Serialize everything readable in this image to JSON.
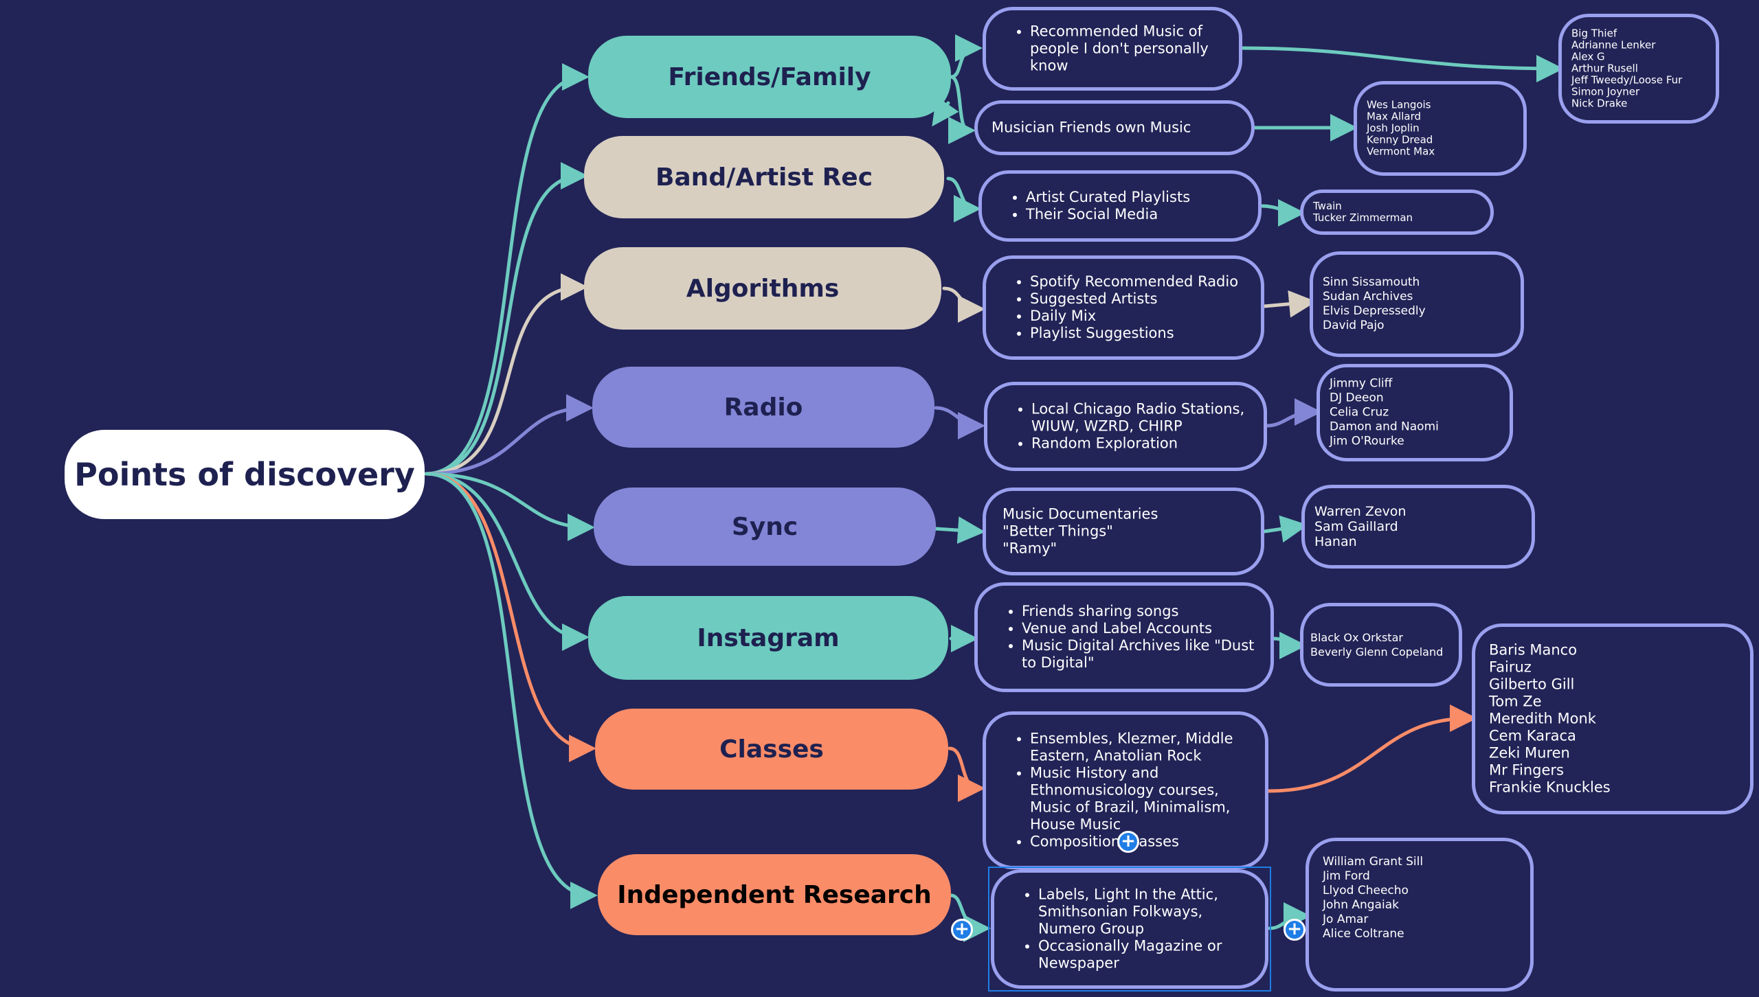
{
  "diagram": {
    "root": {
      "label": "Points of discovery"
    },
    "categories": [
      {
        "id": "friends",
        "label": "Friends/Family"
      },
      {
        "id": "band",
        "label": "Band/Artist Rec"
      },
      {
        "id": "algo",
        "label": "Algorithms"
      },
      {
        "id": "radio",
        "label": "Radio"
      },
      {
        "id": "sync",
        "label": "Sync"
      },
      {
        "id": "instagram",
        "label": "Instagram"
      },
      {
        "id": "classes",
        "label": "Classes"
      },
      {
        "id": "research",
        "label": "Independent Research"
      }
    ],
    "sources": {
      "friends_a": {
        "items": [
          "Recommended Music of people I don't personally know"
        ]
      },
      "friends_b": {
        "text": "Musician Friends own Music"
      },
      "band": {
        "items": [
          "Artist Curated Playlists",
          "Their Social Media"
        ]
      },
      "algo": {
        "items": [
          "Spotify Recommended Radio",
          "Suggested Artists",
          "Daily Mix",
          "Playlist Suggestions"
        ]
      },
      "radio": {
        "items": [
          "Local Chicago Radio Stations, WIUW, WZRD, CHIRP",
          "Random Exploration"
        ]
      },
      "sync": {
        "lines": [
          "Music Documentaries",
          "\"Better Things\"",
          "\"Ramy\""
        ]
      },
      "instagram": {
        "items": [
          "Friends sharing songs",
          "Venue and Label Accounts",
          "Music Digital Archives like \"Dust to Digital\""
        ]
      },
      "classes": {
        "items": [
          "Ensembles, Klezmer, Middle Eastern, Anatolian Rock",
          "Music History and Ethnomusicology courses, Music of Brazil, Minimalism, House Music",
          "Composition Classes"
        ]
      },
      "research": {
        "items": [
          "Labels, Light In the Attic, Smithsonian Folkways, Numero Group",
          "Occasionally Magazine or Newspaper"
        ]
      }
    },
    "artists": {
      "friends_a": [
        "Big Thief",
        "Adrianne Lenker",
        "Alex G",
        "Arthur Rusell",
        "Jeff Tweedy/Loose Fur",
        "Simon Joyner",
        "Nick Drake"
      ],
      "friends_b": [
        "Wes Langois",
        "Max Allard",
        "Josh Joplin",
        "Kenny Dread",
        "Vermont Max"
      ],
      "band": [
        "Twain",
        "Tucker Zimmerman"
      ],
      "algo": [
        "Sinn Sissamouth",
        "Sudan Archives",
        "Elvis Depressedly",
        "David Pajo"
      ],
      "radio": [
        "Jimmy Cliff",
        "DJ Deeon",
        "Celia Cruz",
        "Damon and Naomi",
        "Jim O'Rourke"
      ],
      "sync": [
        "Warren Zevon",
        "Sam Gaillard",
        "Hanan"
      ],
      "instagram": [
        "Black Ox Orkstar",
        "Beverly Glenn Copeland"
      ],
      "classes": [
        "Baris Manco",
        "Fairuz",
        "Gilberto Gill",
        "Tom Ze",
        "Meredith Monk",
        "Cem Karaca",
        "Zeki Muren",
        "Mr Fingers",
        "Frankie Knuckles"
      ],
      "research": [
        "William Grant Sill",
        "Jim Ford",
        "Llyod Cheecho",
        "John Angaiak",
        "Jo Amar",
        "Alice Coltrane"
      ]
    },
    "colors": {
      "background": "#222457",
      "teal": "#6dcbbf",
      "sand": "#d8cfc1",
      "lavender": "#8386d6",
      "coral": "#fa8c68",
      "border": "#9aa0ee",
      "selection": "#1f7de6"
    },
    "icons": {
      "add": "plus-icon"
    }
  }
}
